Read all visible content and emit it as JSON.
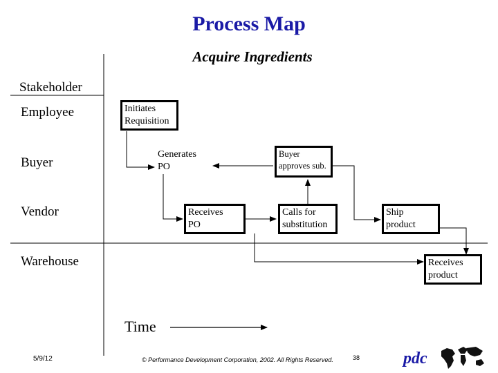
{
  "title": "Process Map",
  "subtitle": "Acquire Ingredients",
  "lanes": {
    "header": "Stakeholder",
    "employee": "Employee",
    "buyer": "Buyer",
    "vendor": "Vendor",
    "warehouse": "Warehouse"
  },
  "steps": {
    "initiates": [
      "Initiates",
      "Requisition"
    ],
    "generates": [
      "Generates",
      "PO"
    ],
    "buyer_approves": [
      "Buyer",
      "approves sub."
    ],
    "receives_po": [
      "Receives",
      "PO"
    ],
    "calls_for": [
      "Calls for",
      "substitution"
    ],
    "ship_product": [
      "Ship",
      "product"
    ],
    "receives_product": [
      "Receives",
      "product"
    ]
  },
  "time_label": "Time",
  "footer": {
    "date": "5/9/12",
    "copyright": "© Performance Development Corporation, 2002. All Rights Reserved.",
    "page": "38",
    "logo": "pdc"
  },
  "colors": {
    "title": "#1a1aa6",
    "logo": "#1a1aa6"
  }
}
